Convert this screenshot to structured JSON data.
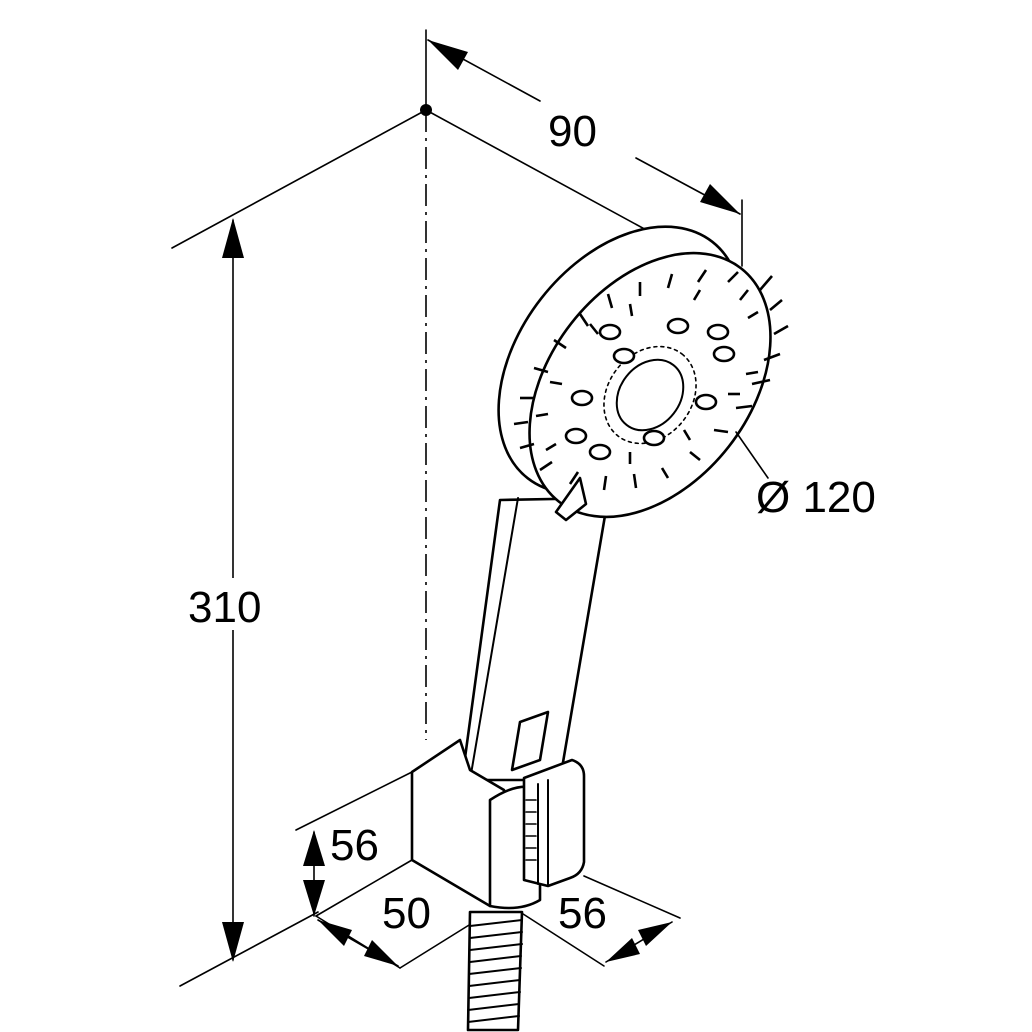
{
  "drawing": {
    "dimensions": {
      "depth": "90",
      "diameter": "Ø 120",
      "height": "310",
      "bracket_height": "56",
      "bracket_width": "50",
      "bracket_depth": "56"
    },
    "colors": {
      "line": "#000000",
      "background": "#ffffff"
    }
  }
}
